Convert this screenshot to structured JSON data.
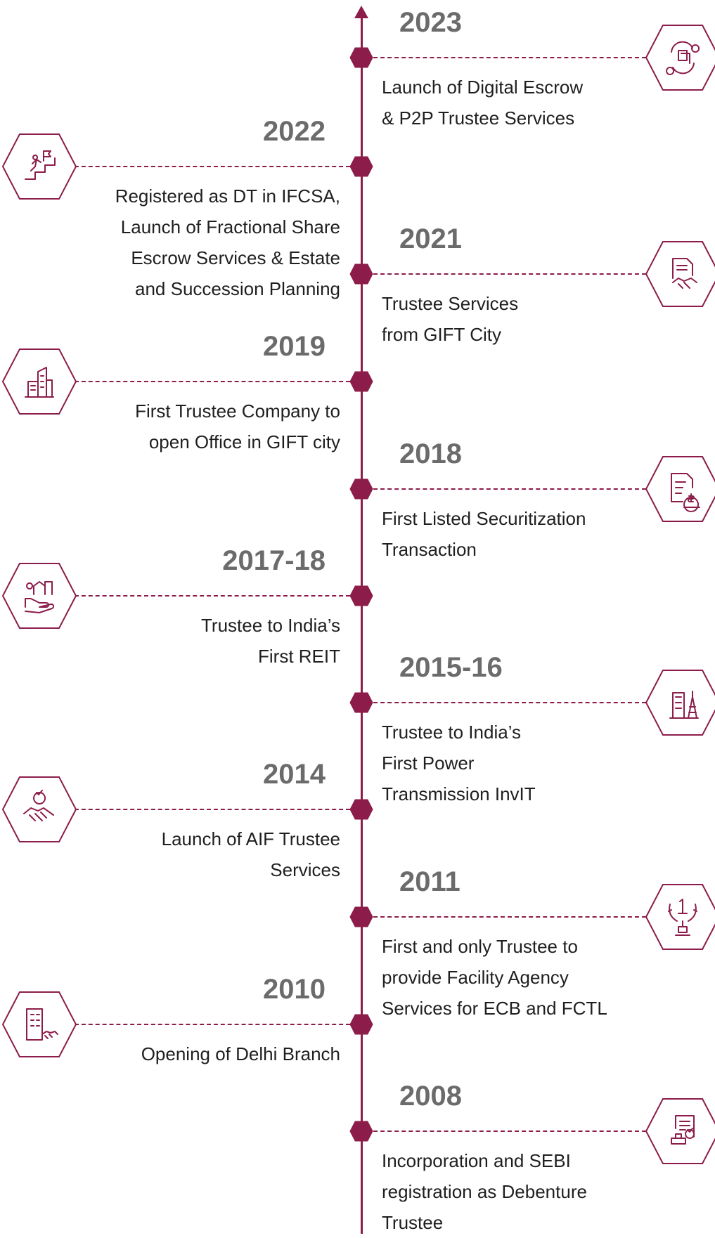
{
  "colors": {
    "accent": "#8c1d4a",
    "year_text": "#6b6b6b",
    "description_text": "#1f1f1f"
  },
  "milestones": [
    {
      "year": "2023",
      "lines": [
        "Launch of Digital Escrow",
        "& P2P Trustee Services"
      ],
      "side": "right",
      "icon": "digital-escrow-icon"
    },
    {
      "year": "2022",
      "lines": [
        "Registered as DT in IFCSA,",
        "Launch of Fractional Share",
        "Escrow Services & Estate",
        "and Succession Planning"
      ],
      "side": "left",
      "icon": "climbing-stairs-flag-icon"
    },
    {
      "year": "2021",
      "lines": [
        "Trustee Services",
        "from GIFT City"
      ],
      "side": "right",
      "icon": "document-handshake-icon"
    },
    {
      "year": "2019",
      "lines": [
        "First Trustee Company to",
        "open Office in GIFT city"
      ],
      "side": "left",
      "icon": "city-buildings-icon"
    },
    {
      "year": "2018",
      "lines": [
        "First Listed Securitization",
        "Transaction"
      ],
      "side": "right",
      "icon": "document-coin-icon"
    },
    {
      "year": "2017-18",
      "lines": [
        "Trustee to India’s",
        "First REIT"
      ],
      "side": "left",
      "icon": "hand-property-icon"
    },
    {
      "year": "2015-16",
      "lines": [
        "Trustee to India’s",
        "First Power",
        "Transmission InvIT"
      ],
      "side": "right",
      "icon": "power-transmission-building-icon"
    },
    {
      "year": "2014",
      "lines": [
        "Launch of AIF Trustee",
        "Services"
      ],
      "side": "left",
      "icon": "handshake-check-icon"
    },
    {
      "year": "2011",
      "lines": [
        "First and only Trustee to",
        "provide Facility Agency",
        "Services for ECB and FCTL"
      ],
      "side": "right",
      "icon": "first-place-trophy-icon"
    },
    {
      "year": "2010",
      "lines": [
        "Opening of Delhi Branch"
      ],
      "side": "left",
      "icon": "office-handshake-icon"
    },
    {
      "year": "2008",
      "lines": [
        "Incorporation and SEBI",
        "registration as Debenture",
        "Trustee"
      ],
      "side": "right",
      "icon": "certificate-stamp-icon"
    }
  ]
}
